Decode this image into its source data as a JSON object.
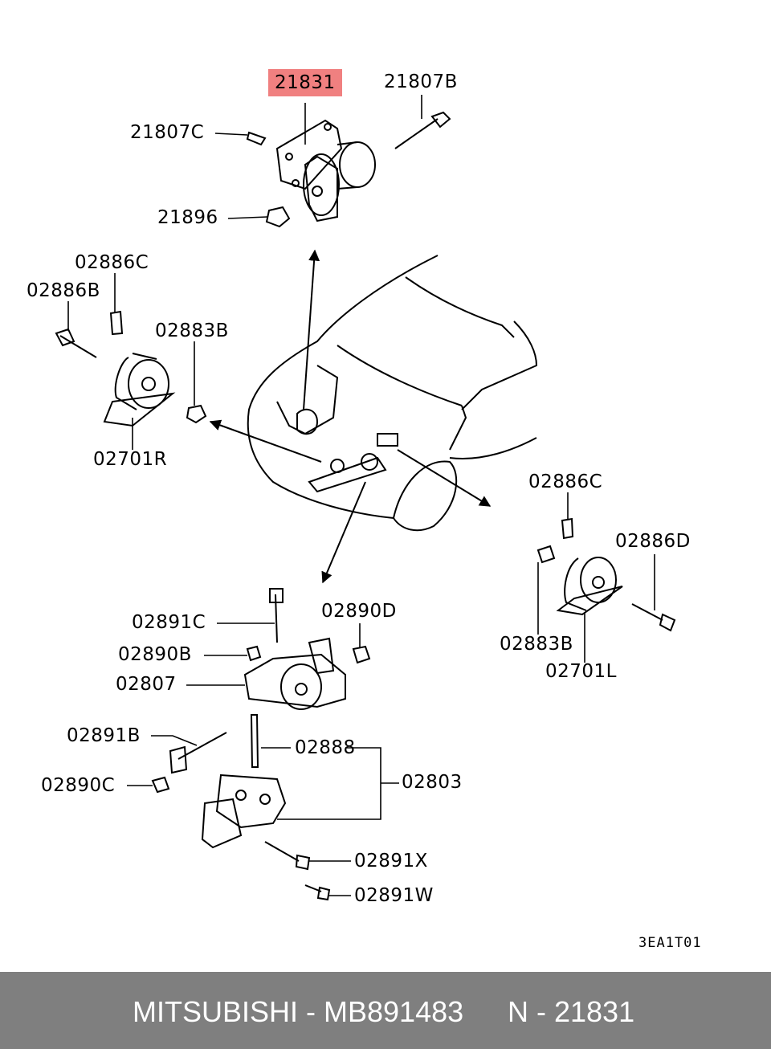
{
  "callouts": {
    "p21831": "21831",
    "p21807B": "21807B",
    "p21807C": "21807C",
    "p21896": "21896",
    "p02886C_top": "02886C",
    "p02886B": "02886B",
    "p02883B_left": "02883B",
    "p02701R": "02701R",
    "p02886C_right": "02886C",
    "p02886D": "02886D",
    "p02883B_right": "02883B",
    "p02701L": "02701L",
    "p02891C": "02891C",
    "p02890D": "02890D",
    "p02890B": "02890B",
    "p02807": "02807",
    "p02891B": "02891B",
    "p02888": "02888",
    "p02803": "02803",
    "p02890C": "02890C",
    "p02891X": "02891X",
    "p02891W": "02891W"
  },
  "diagram_code": "3EA1T01",
  "highlight_color": "#f08080",
  "footer": {
    "brand": "MITSUBISHI - MB891483",
    "part_ref": "N - 21831",
    "background": "#7f7f7f"
  }
}
